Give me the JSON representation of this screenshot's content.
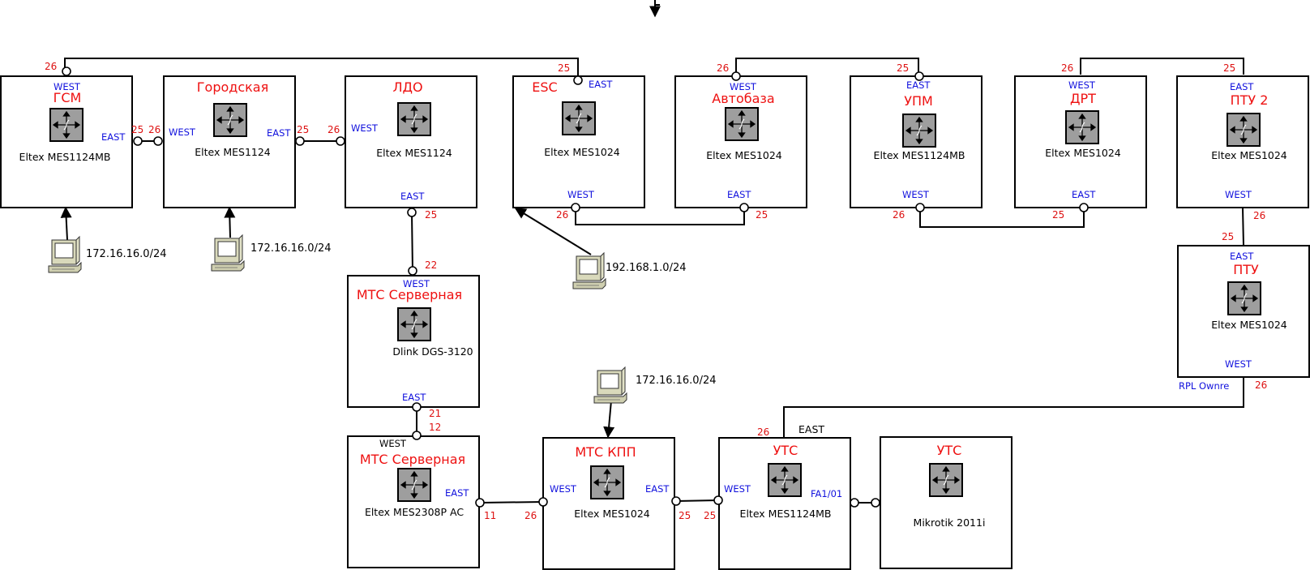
{
  "colors": {
    "name": "#ee1111",
    "side": "#1111dd",
    "port": "#dd1111",
    "text": "#000000"
  },
  "devices": [
    {
      "id": "gsm",
      "name": "ГСМ",
      "model": "Eltex MES1124MB"
    },
    {
      "id": "gorod",
      "name": "Городская",
      "model": "Eltex MES1124"
    },
    {
      "id": "ldo",
      "name": "ЛДО",
      "model": "Eltex MES1124"
    },
    {
      "id": "esc",
      "name": "ESC",
      "model": "Eltex MES1024"
    },
    {
      "id": "avtobaza",
      "name": "Автобаза",
      "model": "Eltex MES1024"
    },
    {
      "id": "upm",
      "name": "УПМ",
      "model": "Eltex MES1124MB"
    },
    {
      "id": "drt",
      "name": "ДРТ",
      "model": "Eltex MES1024"
    },
    {
      "id": "ptu2",
      "name": "ПТУ 2",
      "model": "Eltex MES1024"
    },
    {
      "id": "ptu",
      "name": "ПТУ",
      "model": "Eltex MES1024"
    },
    {
      "id": "mts_serv_dlink",
      "name": "МТС  Серверная",
      "model": "Dlink DGS-3120"
    },
    {
      "id": "mts_serv_eltex",
      "name": "МТС Серверная",
      "model": "Eltex MES2308P AC"
    },
    {
      "id": "mts_kpp",
      "name": "МТС КПП",
      "model": "Eltex MES1024"
    },
    {
      "id": "uts1",
      "name": "УТС",
      "model": "Eltex MES1124MB"
    },
    {
      "id": "uts2",
      "name": "УТС",
      "model": "Mikrotik 2011i"
    }
  ],
  "side_labels": [
    "WEST",
    "EAST",
    "FA1/01",
    "RPL Ownre"
  ],
  "ports": [
    "26",
    "25",
    "22",
    "21",
    "12",
    "11"
  ],
  "networks": [
    "172.16.16.0/24",
    "192.168.1.0/24"
  ]
}
